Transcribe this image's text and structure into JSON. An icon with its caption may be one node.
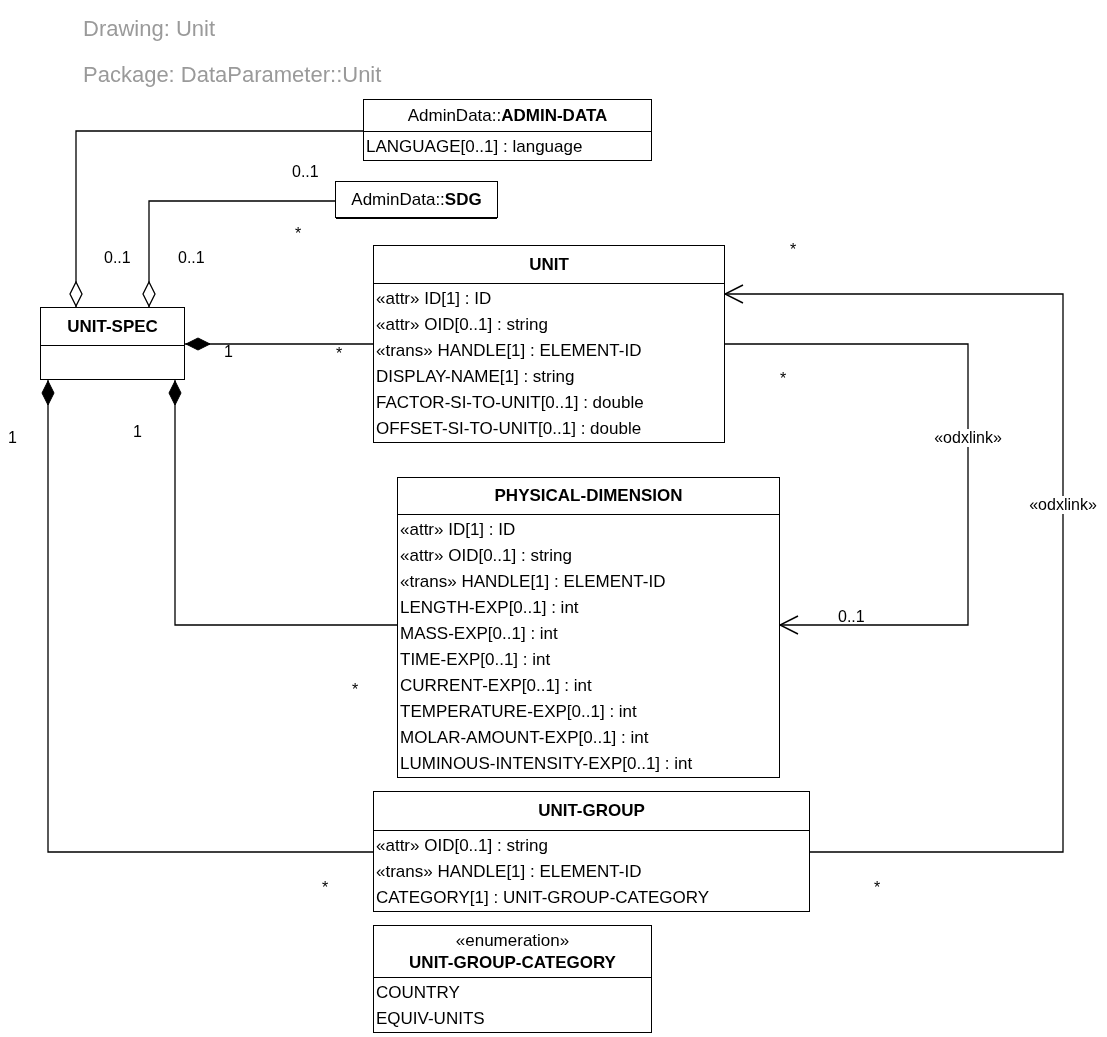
{
  "diagram": {
    "title": "Drawing: Unit",
    "nodes": [
      {
        "text": [
          "AdminData::**ADMIN-DATA**",
          "LANGUAGE[0..1] : language"
        ]
      },
      {
        "text": [
          "AdminData::**SDG**"
        ]
      },
      {
        "text": [
          "UNIT-SPEC"
        ]
      },
      {
        "text": [
          "UNIT",
          "«attr» ID[1] : ID",
          "«attr» OID[0..1] : string",
          "«trans» HANDLE[1] : ELEMENT-ID",
          "DISPLAY-NAME[1] : string",
          "FACTOR-SI-TO-UNIT[0..1] : double",
          "OFFSET-SI-TO-UNIT[0..1] : double"
        ]
      },
      {
        "text": [
          "PHYSICAL-DIMENSION",
          "«attr» ID[1] : ID",
          "«attr» OID[0..1] : string",
          "«trans» HANDLE[1] : ELEMENT-ID",
          "LENGTH-EXP[0..1] : int",
          "MASS-EXP[0..1] : int",
          "TIME-EXP[0..1] : int",
          "CURRENT-EXP[0..1] : int",
          "TEMPERATURE-EXP[0..1] : int",
          "MOLAR-AMOUNT-EXP[0..1] : int",
          "LUMINOUS-INTENSITY-EXP[0..1] : int"
        ]
      },
      {
        "text": [
          "UNIT-GROUP",
          "«attr» OID[0..1] : string",
          "«trans» HANDLE[1] : ELEMENT-ID",
          "CATEGORY[1] : UNIT-GROUP-CATEGORY"
        ]
      },
      {
        "text": [
          "«enumeration»",
          "UNIT-GROUP-CATEGORY",
          "COUNTRY",
          "EQUIV-UNITS"
        ]
      }
    ],
    "edges": [
      {
        "from": 2,
        "to": 0,
        "arrow": "other"
      },
      {
        "from": 2,
        "to": 1,
        "arrow": "other"
      },
      {
        "from": 2,
        "to": 3,
        "arrow": "other"
      },
      {
        "from": 2,
        "to": 4,
        "arrow": "other"
      },
      {
        "from": 2,
        "to": 5,
        "arrow": "other"
      },
      {
        "from": 3,
        "to": 4,
        "arrow": "to",
        "label": "«odxlink»"
      },
      {
        "from": 5,
        "to": 3,
        "arrow": "to",
        "label": "«odxlink»"
      }
    ],
    "labels": [
      "Package: DataParameter::Unit",
      "0..1",
      "*",
      "*",
      "0..1",
      "0..1",
      "1",
      "*",
      "*",
      "1",
      "1",
      "0..1",
      "*",
      "*",
      "*"
    ]
  }
}
